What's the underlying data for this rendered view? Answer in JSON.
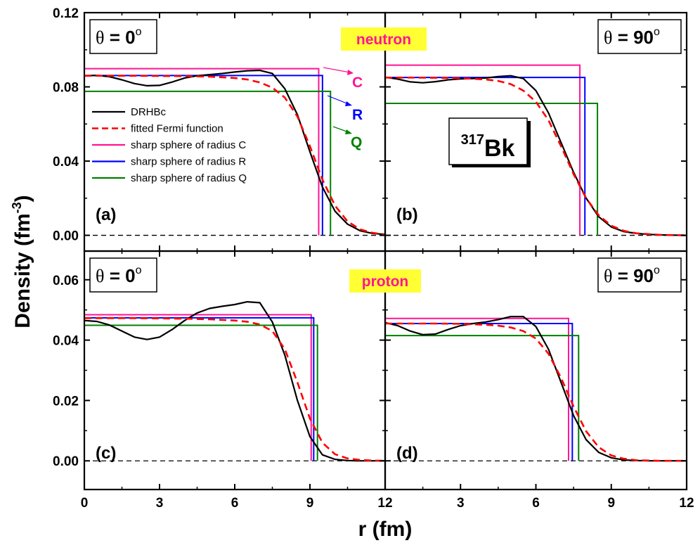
{
  "figure": {
    "ylabel": "Density (fm",
    "ylabel_sup": "-3",
    "ylabel_close": ")",
    "xlabel": "r (fm)"
  },
  "annotations": {
    "neutron": "neutron",
    "proton": "proton",
    "nucleus_mass": "317",
    "nucleus_symbol": "Bk",
    "arrow_C": "C",
    "arrow_R": "R",
    "arrow_Q": "Q",
    "highlight_color": "#ffff33",
    "theta_0_prefix": "θ = 0",
    "theta_90_prefix": "θ = 90",
    "degree": "o"
  },
  "legend": [
    {
      "label": "DRHBc",
      "color": "#000000",
      "style": "solid"
    },
    {
      "label": "fitted Fermi function",
      "color": "#ff0000",
      "style": "dashed"
    },
    {
      "label": "sharp sphere of radius C",
      "color": "#ff1493",
      "style": "solid"
    },
    {
      "label": "sharp sphere of radius R",
      "color": "#0000ff",
      "style": "solid"
    },
    {
      "label": "sharp sphere of radius Q",
      "color": "#008000",
      "style": "solid"
    }
  ],
  "colors": {
    "drhbc": "#000000",
    "fermi": "#ff0000",
    "C": "#ff1493",
    "R": "#0000ff",
    "Q": "#008000"
  },
  "chart_data": [
    {
      "type": "line",
      "panel": "(a)",
      "theta": "θ = 0",
      "species": "neutron",
      "xlim": [
        0,
        12
      ],
      "ylim": [
        -0.0085,
        0.12
      ],
      "yticks": [
        "0.00",
        "0.04",
        "0.08",
        "0.12"
      ],
      "ytick_values": [
        0,
        0.04,
        0.08,
        0.12
      ],
      "xticks": [
        "0",
        "3",
        "6",
        "9",
        "12"
      ],
      "series": [
        {
          "name": "DRHBc",
          "x": [
            0,
            0.5,
            1,
            1.5,
            2,
            2.5,
            3,
            3.5,
            4,
            4.5,
            5,
            5.5,
            6,
            6.5,
            7,
            7.5,
            8,
            8.5,
            9,
            9.5,
            10,
            10.5,
            11,
            11.5,
            12
          ],
          "y": [
            0.086,
            0.0862,
            0.0855,
            0.0838,
            0.0818,
            0.0806,
            0.0808,
            0.0826,
            0.0848,
            0.086,
            0.0866,
            0.0872,
            0.088,
            0.0887,
            0.0889,
            0.0872,
            0.079,
            0.065,
            0.045,
            0.026,
            0.013,
            0.006,
            0.0025,
            0.001,
            0.0005
          ]
        },
        {
          "name": "fitted Fermi function",
          "x": [
            0,
            1,
            2,
            3,
            4,
            5,
            6,
            6.5,
            7,
            7.5,
            8,
            8.5,
            9,
            9.5,
            10,
            10.5,
            11,
            11.5,
            12
          ],
          "y": [
            0.086,
            0.086,
            0.086,
            0.0859,
            0.0858,
            0.0855,
            0.0848,
            0.084,
            0.0824,
            0.0796,
            0.0742,
            0.064,
            0.048,
            0.03,
            0.016,
            0.0075,
            0.0032,
            0.0013,
            0.0005
          ]
        },
        {
          "name": "sharp sphere of radius C",
          "density": 0.0898,
          "radius": 9.35
        },
        {
          "name": "sharp sphere of radius R",
          "density": 0.0861,
          "radius": 9.5
        },
        {
          "name": "sharp sphere of radius Q",
          "density": 0.0776,
          "radius": 9.82
        }
      ]
    },
    {
      "type": "line",
      "panel": "(b)",
      "theta": "θ = 90",
      "species": "neutron",
      "xlim": [
        0,
        12
      ],
      "ylim": [
        -0.0085,
        0.12
      ],
      "yticks": [
        "0.00",
        "0.04",
        "0.08",
        "0.12"
      ],
      "ytick_values": [
        0,
        0.04,
        0.08,
        0.12
      ],
      "xticks": [
        "0",
        "3",
        "6",
        "9",
        "12"
      ],
      "series": [
        {
          "name": "DRHBc",
          "x": [
            0,
            0.5,
            1,
            1.5,
            2,
            2.5,
            3,
            3.5,
            4,
            4.5,
            5,
            5.5,
            6,
            6.5,
            7,
            7.5,
            8,
            8.5,
            9,
            9.5,
            10,
            10.5,
            11,
            11.5,
            12
          ],
          "y": [
            0.0852,
            0.0842,
            0.0827,
            0.0822,
            0.0828,
            0.0838,
            0.0843,
            0.0845,
            0.0848,
            0.0856,
            0.086,
            0.0845,
            0.078,
            0.066,
            0.05,
            0.034,
            0.02,
            0.01,
            0.0045,
            0.002,
            0.001,
            0.0005,
            0.0002,
            0.0001,
            0.0
          ]
        },
        {
          "name": "fitted Fermi function",
          "x": [
            0,
            1,
            2,
            3,
            4,
            4.5,
            5,
            5.5,
            6,
            6.5,
            7,
            7.5,
            8,
            8.5,
            9,
            9.5,
            10,
            11,
            12
          ],
          "y": [
            0.085,
            0.085,
            0.0849,
            0.0847,
            0.084,
            0.0832,
            0.0815,
            0.078,
            0.072,
            0.062,
            0.048,
            0.033,
            0.02,
            0.0108,
            0.0052,
            0.0024,
            0.0011,
            0.0002,
            0.0
          ]
        },
        {
          "name": "sharp sphere of radius C",
          "density": 0.0917,
          "radius": 7.75
        },
        {
          "name": "sharp sphere of radius R",
          "density": 0.0851,
          "radius": 7.95
        },
        {
          "name": "sharp sphere of radius Q",
          "density": 0.0711,
          "radius": 8.45
        }
      ]
    },
    {
      "type": "line",
      "panel": "(c)",
      "theta": "θ = 0",
      "species": "proton",
      "xlim": [
        0,
        12
      ],
      "ylim": [
        -0.0095,
        0.0695
      ],
      "yticks": [
        "0.00",
        "0.02",
        "0.04",
        "0.06"
      ],
      "ytick_values": [
        0,
        0.02,
        0.04,
        0.06
      ],
      "xticks": [
        "0",
        "3",
        "6",
        "9",
        "12"
      ],
      "series": [
        {
          "name": "DRHBc",
          "x": [
            0,
            0.5,
            1,
            1.5,
            2,
            2.5,
            3,
            3.5,
            4,
            4.5,
            5,
            5.5,
            6,
            6.5,
            7,
            7.5,
            8,
            8.5,
            9,
            9.5,
            10,
            10.5,
            11,
            11.5,
            12
          ],
          "y": [
            0.0465,
            0.0462,
            0.045,
            0.043,
            0.041,
            0.0402,
            0.041,
            0.0435,
            0.0465,
            0.049,
            0.0505,
            0.0512,
            0.0518,
            0.0527,
            0.0524,
            0.046,
            0.035,
            0.02,
            0.008,
            0.002,
            0.0005,
            0.0001,
            0.0,
            0.0,
            0.0
          ]
        },
        {
          "name": "fitted Fermi function",
          "x": [
            0,
            1,
            2,
            3,
            4,
            5,
            6,
            6.5,
            7,
            7.5,
            8,
            8.5,
            9,
            9.5,
            10,
            10.5,
            11,
            11.5,
            12
          ],
          "y": [
            0.0473,
            0.0473,
            0.0473,
            0.0472,
            0.0471,
            0.0469,
            0.0465,
            0.0461,
            0.0452,
            0.043,
            0.037,
            0.026,
            0.014,
            0.006,
            0.0022,
            0.0008,
            0.0003,
            0.0001,
            0.0
          ]
        },
        {
          "name": "sharp sphere of radius C",
          "density": 0.0484,
          "radius": 9.05
        },
        {
          "name": "sharp sphere of radius R",
          "density": 0.0474,
          "radius": 9.15
        },
        {
          "name": "sharp sphere of radius Q",
          "density": 0.0449,
          "radius": 9.3
        }
      ]
    },
    {
      "type": "line",
      "panel": "(d)",
      "theta": "θ = 90",
      "species": "proton",
      "xlim": [
        0,
        12
      ],
      "ylim": [
        -0.0095,
        0.0695
      ],
      "yticks": [
        "0.00",
        "0.02",
        "0.04",
        "0.06"
      ],
      "ytick_values": [
        0,
        0.02,
        0.04,
        0.06
      ],
      "xticks": [
        "0",
        "3",
        "6",
        "9",
        "12"
      ],
      "series": [
        {
          "name": "DRHBc",
          "x": [
            0,
            0.5,
            1,
            1.5,
            2,
            2.5,
            3,
            3.5,
            4,
            4.5,
            5,
            5.5,
            6,
            6.5,
            7,
            7.5,
            8,
            8.5,
            9,
            9.5,
            10,
            10.5,
            11,
            11.5,
            12
          ],
          "y": [
            0.0458,
            0.0448,
            0.043,
            0.0418,
            0.042,
            0.0435,
            0.0448,
            0.0455,
            0.046,
            0.0468,
            0.0478,
            0.0478,
            0.0445,
            0.037,
            0.026,
            0.015,
            0.007,
            0.0028,
            0.001,
            0.0003,
            0.0001,
            0.0,
            0.0,
            0.0,
            0.0
          ]
        },
        {
          "name": "fitted Fermi function",
          "x": [
            0,
            1,
            2,
            3,
            4,
            4.5,
            5,
            5.5,
            6,
            6.5,
            7,
            7.5,
            8,
            8.5,
            9,
            9.5,
            10,
            11,
            12
          ],
          "y": [
            0.0455,
            0.0455,
            0.0455,
            0.0454,
            0.0451,
            0.0448,
            0.0442,
            0.043,
            0.0405,
            0.0355,
            0.0275,
            0.018,
            0.0098,
            0.0045,
            0.0018,
            0.0007,
            0.0002,
            0.0,
            0.0
          ]
        },
        {
          "name": "sharp sphere of radius C",
          "density": 0.0472,
          "radius": 7.3
        },
        {
          "name": "sharp sphere of radius R",
          "density": 0.0455,
          "radius": 7.45
        },
        {
          "name": "sharp sphere of radius Q",
          "density": 0.0415,
          "radius": 7.7
        }
      ]
    }
  ]
}
